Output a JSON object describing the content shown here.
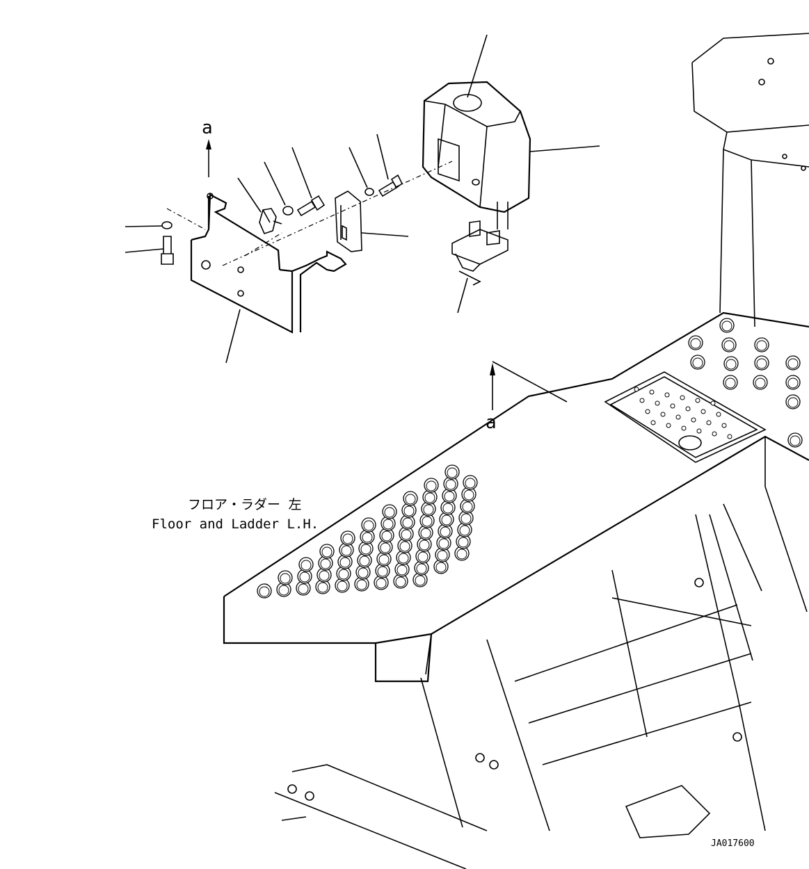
{
  "labels": {
    "callout_a_top": "a",
    "callout_a_bottom": "a",
    "caption_jp": "フロア・ラダー 左",
    "caption_en": "Floor and Ladder L.H.",
    "drawing_number": "JA017600"
  }
}
